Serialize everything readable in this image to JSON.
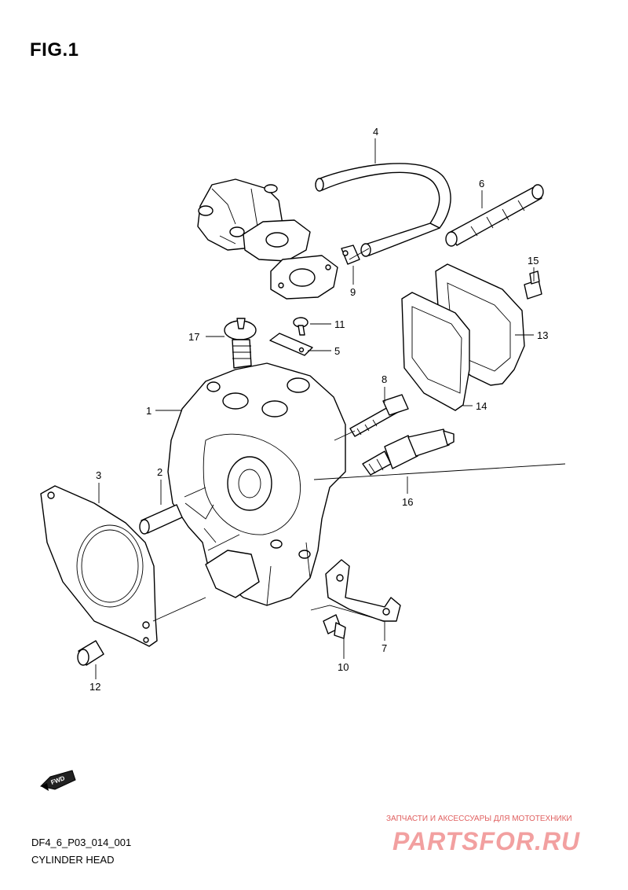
{
  "figure": {
    "title": "FIG.1"
  },
  "callouts": [
    {
      "id": "c1",
      "label": "1"
    },
    {
      "id": "c2",
      "label": "2"
    },
    {
      "id": "c3",
      "label": "3"
    },
    {
      "id": "c4",
      "label": "4"
    },
    {
      "id": "c5",
      "label": "5"
    },
    {
      "id": "c6",
      "label": "6"
    },
    {
      "id": "c7",
      "label": "7"
    },
    {
      "id": "c8",
      "label": "8"
    },
    {
      "id": "c9",
      "label": "9"
    },
    {
      "id": "c10",
      "label": "10"
    },
    {
      "id": "c11",
      "label": "11"
    },
    {
      "id": "c12",
      "label": "12"
    },
    {
      "id": "c13",
      "label": "13"
    },
    {
      "id": "c14",
      "label": "14"
    },
    {
      "id": "c15",
      "label": "15"
    },
    {
      "id": "c16",
      "label": "16"
    },
    {
      "id": "c17",
      "label": "17"
    }
  ],
  "direction_badge": "FWD",
  "diagram_code": "DF4_6_P03_014_001",
  "caption": "CYLINDER HEAD",
  "watermark": {
    "text": "ЗАПЧАСТИ И АКСЕССУАРЫ ДЛЯ МОТОТЕХНИКИ",
    "logo": "PARTSFOR.RU"
  }
}
